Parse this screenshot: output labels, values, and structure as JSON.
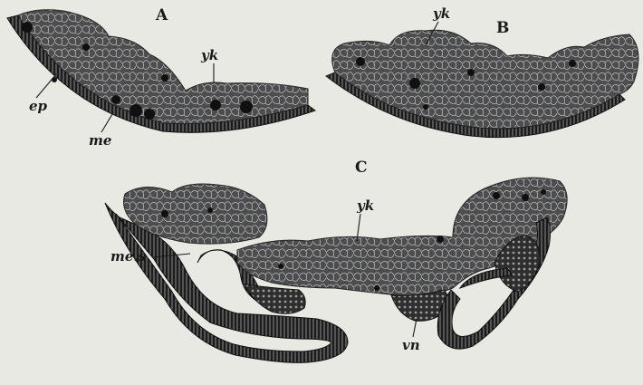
{
  "figure": {
    "panels": {
      "a": {
        "label": "A",
        "parts": {
          "yk": "yk",
          "ep": "ep",
          "me": "me"
        }
      },
      "b": {
        "label": "B",
        "parts": {
          "yk": "yk"
        }
      },
      "c": {
        "label": "C",
        "parts": {
          "yk": "yk",
          "mes": "me.s",
          "vn": "vn"
        }
      }
    }
  },
  "colors": {
    "background": "#e9e9e4",
    "tissue": "#4d4d4d",
    "cell_outline": "#c9cdd0",
    "epithelium": "#1c1c1c",
    "nucleus": "#101010"
  }
}
